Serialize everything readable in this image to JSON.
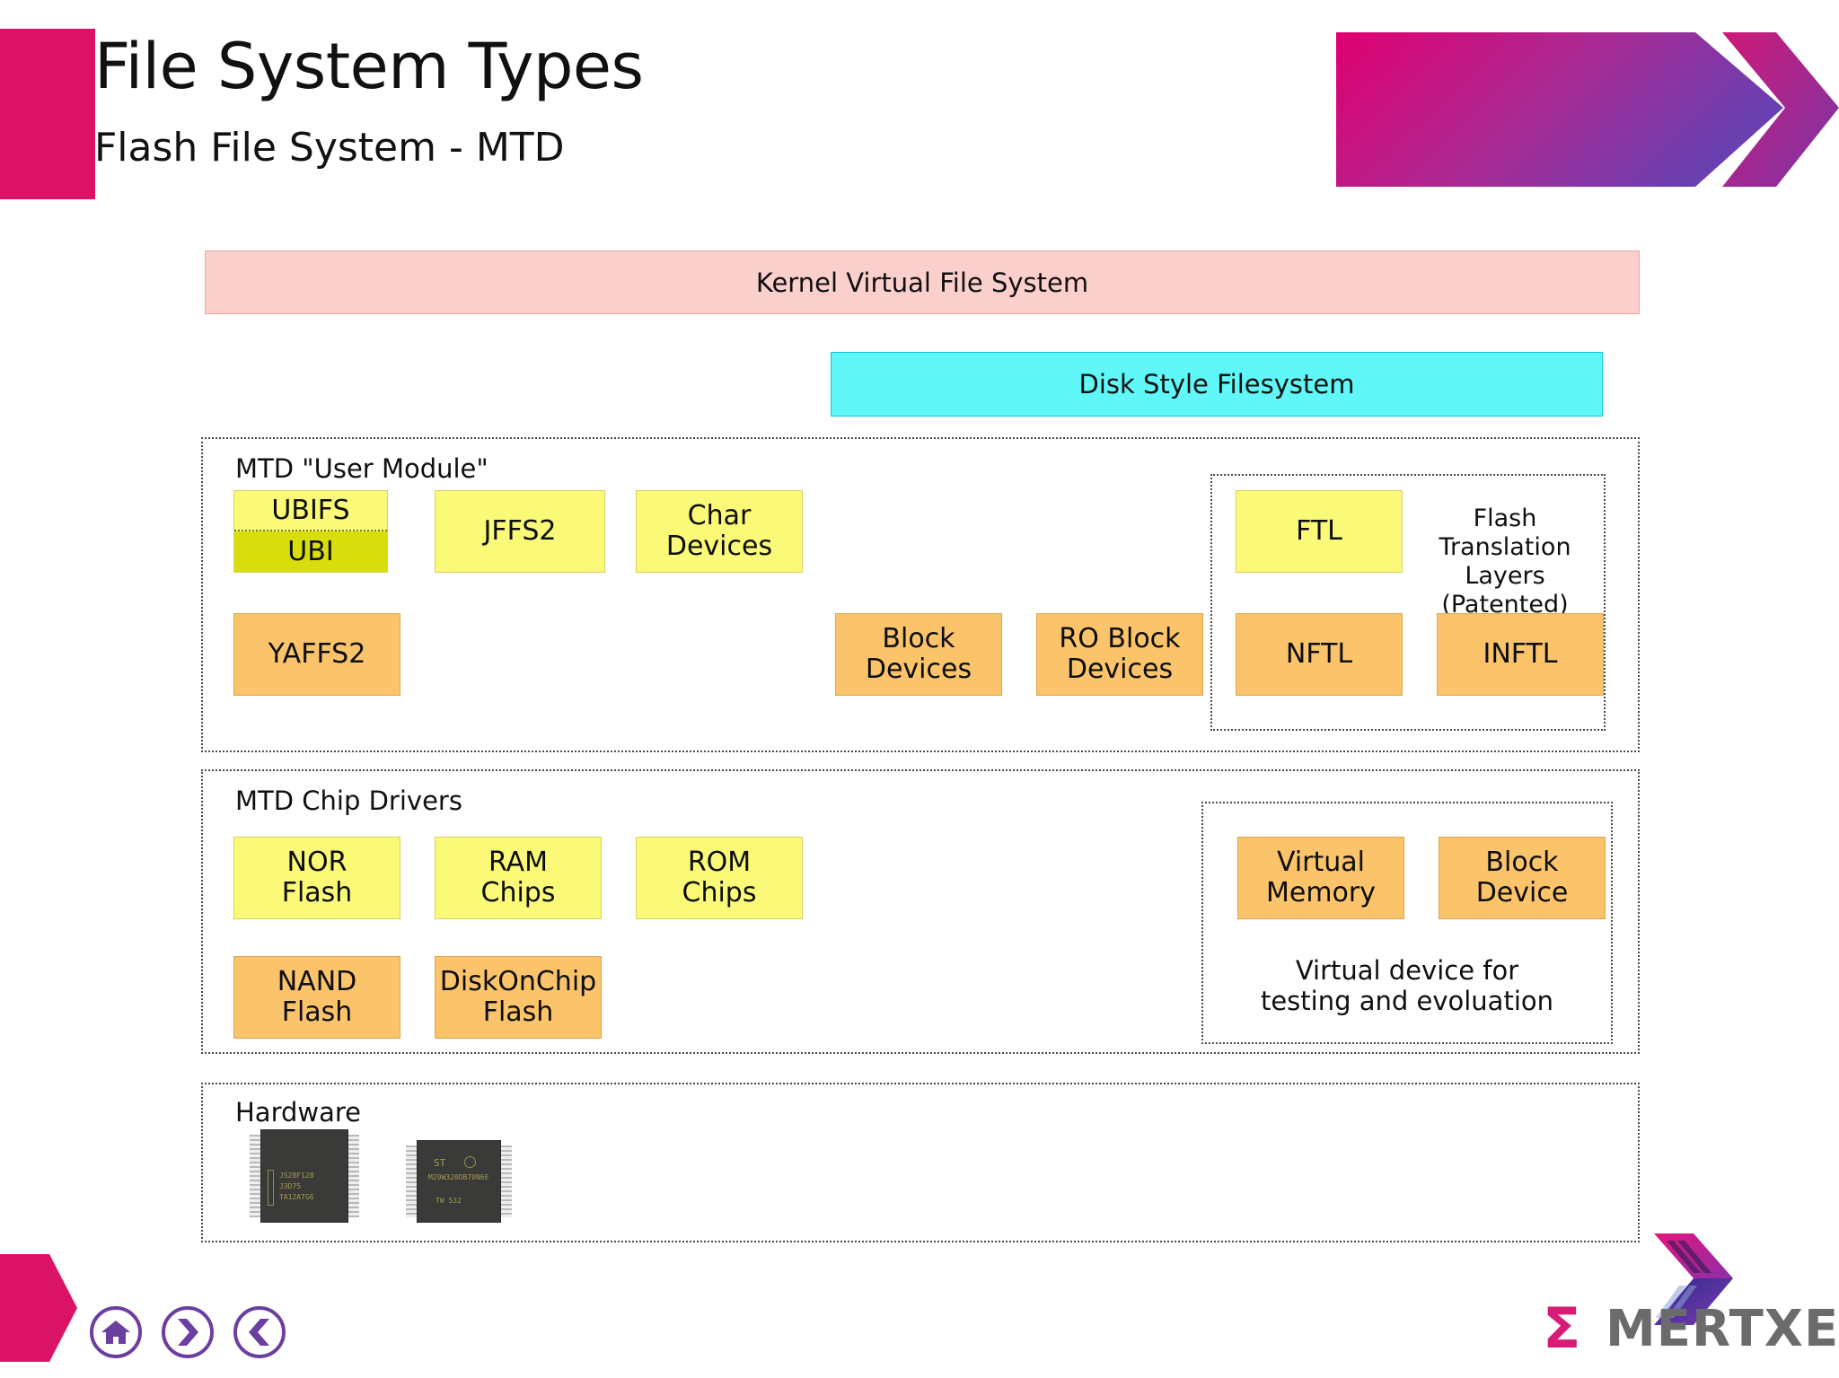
{
  "header": {
    "title": "File System Types",
    "subtitle": "Flash File System - MTD",
    "accent_pink": "#DB1367",
    "accent_purple": "#6B3FA0"
  },
  "diagram": {
    "kernel_vfs": {
      "label": "Kernel Virtual File System",
      "color": "#FBCFCB"
    },
    "disk_style_fs": {
      "label": "Disk Style Filesystem",
      "color": "#5FF7F7"
    },
    "user_module": {
      "title": "MTD \"User Module\"",
      "nodes": [
        {
          "label": "UBIFS",
          "sub_label": "UBI",
          "type": "split",
          "color_top": "#FAFA78",
          "color_bottom": "#D8DE0C"
        },
        {
          "label": "JFFS2",
          "type": "yellow",
          "color": "#FAFA78"
        },
        {
          "label": "Char",
          "line2": "Devices",
          "type": "yellow",
          "color": "#FAFA78"
        },
        {
          "label": "YAFFS2",
          "type": "orange",
          "color": "#FBC46B"
        },
        {
          "label": "Block",
          "line2": "Devices",
          "type": "orange",
          "color": "#FBC46B"
        },
        {
          "label": "RO Block",
          "line2": "Devices",
          "type": "orange",
          "color": "#FBC46B"
        }
      ],
      "ftl_group": {
        "caption_line1": "Flash Translation",
        "caption_line2": "Layers",
        "caption_line3": "(Patented)",
        "nodes": [
          {
            "label": "FTL",
            "type": "yellow",
            "color": "#FAFA78"
          },
          {
            "label": "NFTL",
            "type": "orange",
            "color": "#FBC46B"
          },
          {
            "label": "INFTL",
            "type": "orange",
            "color": "#FBC46B"
          }
        ]
      }
    },
    "chip_drivers": {
      "title": "MTD Chip Drivers",
      "nodes": [
        {
          "label": "NOR",
          "line2": "Flash",
          "type": "yellow",
          "color": "#FAFA78"
        },
        {
          "label": "RAM",
          "line2": "Chips",
          "type": "yellow",
          "color": "#FAFA78"
        },
        {
          "label": "ROM",
          "line2": "Chips",
          "type": "yellow",
          "color": "#FAFA78"
        },
        {
          "label": "NAND",
          "line2": "Flash",
          "type": "orange",
          "color": "#FBC46B"
        },
        {
          "label": "DiskOnChip",
          "line2": "Flash",
          "type": "orange",
          "color": "#FBC46B"
        }
      ],
      "virtual_group": {
        "nodes": [
          {
            "label": "Virtual",
            "line2": "Memory",
            "type": "orange",
            "color": "#FBC46B"
          },
          {
            "label": "Block",
            "line2": "Device",
            "type": "orange",
            "color": "#FBC46B"
          }
        ],
        "caption_line1": "Virtual device for",
        "caption_line2": "testing and evoluation"
      }
    },
    "hardware": {
      "title": "Hardware",
      "chips": [
        {
          "marking_line1": "JS28F128",
          "marking_line2": "J3D75",
          "marking_line3": "TA12ATG6"
        },
        {
          "marking_line1": "ST",
          "marking_line2": "M29W320DB70N6E",
          "marking_line3": "TW 532"
        }
      ]
    }
  },
  "footer": {
    "nav": [
      {
        "name": "home",
        "glyph": "home-icon"
      },
      {
        "name": "next",
        "glyph": "chevron-right-icon"
      },
      {
        "name": "previous",
        "glyph": "chevron-left-icon"
      }
    ],
    "logo_sigma": "Σ",
    "logo_text": "MERTXE"
  }
}
